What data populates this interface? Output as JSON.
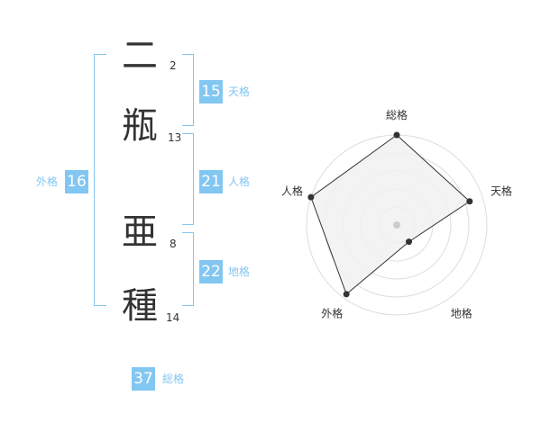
{
  "name": {
    "chars": [
      {
        "char": "二",
        "strokes": "2"
      },
      {
        "char": "瓶",
        "strokes": "13"
      },
      {
        "char": "亜",
        "strokes": "8"
      },
      {
        "char": "種",
        "strokes": "14"
      }
    ]
  },
  "fortune": {
    "ten": {
      "value": "15",
      "label": "天格"
    },
    "jin": {
      "value": "21",
      "label": "人格"
    },
    "chi": {
      "value": "22",
      "label": "地格"
    },
    "gai": {
      "value": "16",
      "label": "外格"
    },
    "sou": {
      "value": "37",
      "label": "総格"
    }
  },
  "colors": {
    "accent": "#82c6f2",
    "text": "#333333",
    "radar_fill": "#f1f1f1",
    "grid": "#dddddd"
  },
  "chart_data": {
    "type": "radar",
    "axes": [
      "総格",
      "天格",
      "地格",
      "外格",
      "人格"
    ],
    "rings": 5,
    "values": [
      1.0,
      0.85,
      0.23,
      0.95,
      1.0
    ]
  }
}
